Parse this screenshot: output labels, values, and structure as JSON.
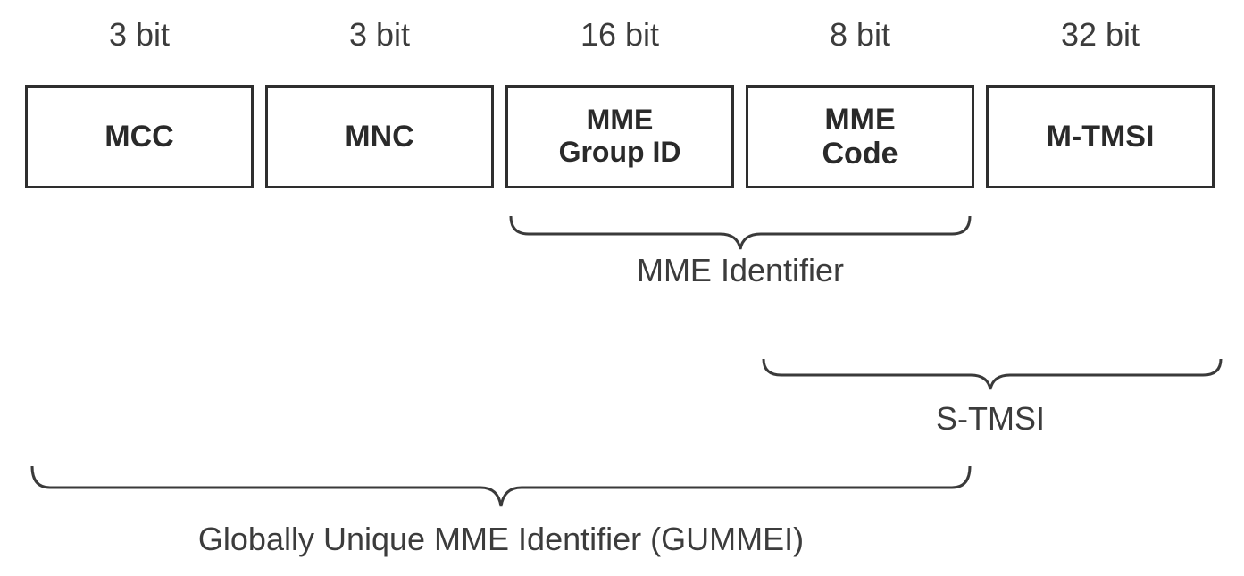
{
  "fields": [
    {
      "bits": "3 bit",
      "lines": [
        "MCC"
      ]
    },
    {
      "bits": "3 bit",
      "lines": [
        "MNC"
      ]
    },
    {
      "bits": "16 bit",
      "lines": [
        "MME",
        "Group ID"
      ]
    },
    {
      "bits": "8 bit",
      "lines": [
        "MME",
        "Code"
      ]
    },
    {
      "bits": "32 bit",
      "lines": [
        "M-TMSI"
      ]
    }
  ],
  "groups": {
    "mme_identifier": "MME Identifier",
    "s_tmsi": "S-TMSI",
    "gummei": "Globally Unique MME Identifier (GUMMEI)"
  }
}
